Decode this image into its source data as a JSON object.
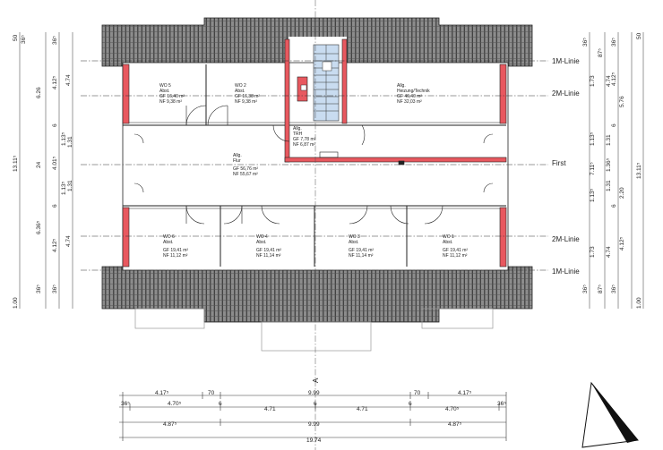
{
  "section_lines": {
    "top_1m": "1M-Linie",
    "top_2m": "2M-Linie",
    "first": "First",
    "bottom_2m": "2M-Linie",
    "bottom_1m": "1M-Linie"
  },
  "section_mark": "A",
  "rooms": {
    "wo5": {
      "name": "WO 5",
      "use": "Abst.",
      "gf": "GF 16,40 m²",
      "nf": "NF 9,38 m²"
    },
    "wo2": {
      "name": "WO 2",
      "use": "Abst.",
      "gf": "GF 16,38 m²",
      "nf": "NF 9,38 m²"
    },
    "heating": {
      "name": "Allg.",
      "use": "Heizung/Technik",
      "gf": "GF 46,40 m²",
      "nf": "NF 32,03 m²"
    },
    "trh": {
      "name": "Allg.",
      "use": "TRH",
      "gf": "GF 7,78 m²",
      "nf": "NF 6,87 m²"
    },
    "flur": {
      "name": "Allg.",
      "use": "Flur",
      "gf": "GF 56,76 m²",
      "nf": "NF 55,67 m²"
    },
    "wo6": {
      "name": "WO 6",
      "use": "Abst.",
      "gf": "GF 19,41 m²",
      "nf": "NF 11,12 m²"
    },
    "wo4": {
      "name": "WO 4",
      "use": "Abst.",
      "gf": "GF 19,41 m²",
      "nf": "NF 11,14 m²"
    },
    "wo3": {
      "name": "WO 3",
      "use": "Abst.",
      "gf": "GF 19,41 m²",
      "nf": "NF 11,14 m²"
    },
    "wo1": {
      "name": "WO 1",
      "use": "Abst.",
      "gf": "GF 19,41 m²",
      "nf": "NF 11,12 m²"
    }
  },
  "dims_bottom": {
    "row1": [
      "4.17⁵",
      "70",
      "9.99",
      "70",
      "4.17⁵"
    ],
    "row2": [
      "36⁵",
      "4.70⁵",
      "6",
      "4.71",
      "6",
      "4.71",
      "6",
      "4.70⁵",
      "36⁵"
    ],
    "row3": [
      "4.87⁵",
      "9.99",
      "4.87⁵"
    ],
    "total": "19.74"
  },
  "dims_left": {
    "col1": [
      "50",
      "36⁵",
      "6.26",
      "24",
      "6.36⁵",
      "36⁵",
      "1.00"
    ],
    "col2": [
      "36⁵",
      "4.12⁵",
      "6",
      "4.01⁵",
      "6",
      "4.12⁵",
      "36⁵"
    ],
    "col3": [
      "4.74",
      "1.13⁵",
      "1.31",
      "1.13⁵",
      "1.31",
      "4.74"
    ],
    "total": "13.11⁵"
  },
  "dims_right": {
    "col1": [
      "36⁵",
      "1.73",
      "1.13⁵",
      "7.11⁵",
      "1.13⁵",
      "1.73",
      "36⁵"
    ],
    "col2": [
      "87⁵",
      "4.74",
      "1.31",
      "1.36⁵",
      "1.31",
      "4.74",
      "87⁵"
    ],
    "col3": [
      "5.76",
      "2.20",
      "4.12⁵"
    ],
    "col4": [
      "36⁵",
      "4.12⁵",
      "6",
      "6",
      "36⁵"
    ],
    "col5": [
      "50",
      "1.00"
    ],
    "total": "13.11⁵"
  }
}
